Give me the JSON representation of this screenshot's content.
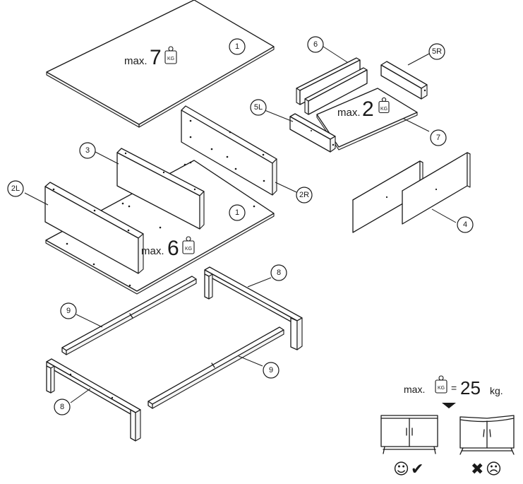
{
  "callouts": {
    "top_panel": "1",
    "bottom_panel": "1",
    "back_panel": "2R",
    "side_left": "2L",
    "shelf": "3",
    "doors": "4",
    "drawer_side_left": "5L",
    "drawer_side_right": "5R",
    "drawer_back_front": "6",
    "drawer_bottom": "7",
    "frame_top": "8",
    "frame_bottom": "8",
    "rail_top": "9",
    "rail_bottom": "9"
  },
  "loads": {
    "top": {
      "prefix": "max.",
      "value": "7",
      "unit": "KG"
    },
    "bottom": {
      "prefix": "max.",
      "value": "6",
      "unit": "KG"
    },
    "drawer": {
      "prefix": "max.",
      "value": "2",
      "unit": "KG"
    }
  },
  "total_load": {
    "prefix": "max.",
    "unit_icon": "KG",
    "equals": "=",
    "value": "25",
    "suffix": "kg."
  },
  "result_icons": {
    "good": "smiley-check-icon",
    "bad": "cross-frown-icon"
  },
  "colors": {
    "line": "#1a1a1a",
    "background": "#ffffff"
  }
}
